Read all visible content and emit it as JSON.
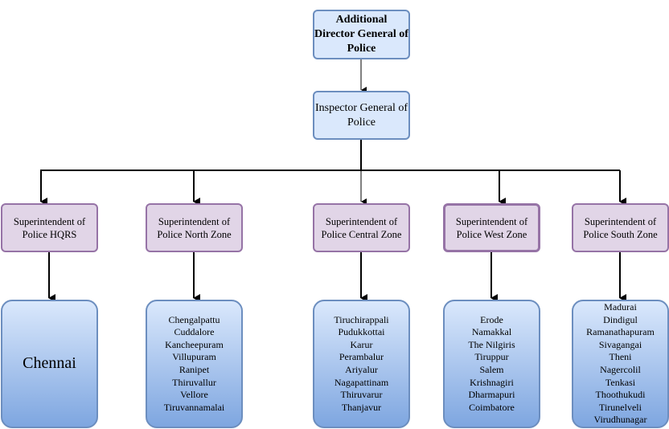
{
  "title": "Additional Director General of Police",
  "ig": "Inspector General of Police",
  "sps": [
    "Superintendent of Police HQRS",
    "Superintendent of Police North Zone",
    "Superintendent of Police Central Zone",
    "Superintendent of Police West Zone",
    "Superintendent of Police South Zone"
  ],
  "districts": [
    [
      "Chennai"
    ],
    [
      "Chengalpattu",
      "Cuddalore",
      "Kancheepuram",
      "Villupuram",
      "Ranipet",
      "Thiruvallur",
      "Vellore",
      "Tiruvannamalai"
    ],
    [
      "Tiruchirappali",
      "Pudukkottai",
      "Karur",
      "Perambalur",
      "Ariyalur",
      "Nagapattinam",
      "Thiruvarur",
      "Thanjavur"
    ],
    [
      "Erode",
      "Namakkal",
      "The Nilgiris",
      "Tiruppur",
      "Salem",
      "Krishnagiri",
      "Dharmapuri",
      "Coimbatore"
    ],
    [
      "Madurai",
      "Dindigul",
      "Ramanathapuram",
      "Sivagangai",
      "Theni",
      "Nagercolil",
      "Tenkasi",
      "Thoothukudi",
      "Tirunelveli",
      "Virudhunagar"
    ]
  ],
  "colors": {
    "blue_fill": "#dae8fc",
    "blue_stroke": "#6c8ebf",
    "purple_fill": "#e1d5e7",
    "purple_stroke": "#9673a6",
    "gradient_end": "#7ea6e0"
  }
}
